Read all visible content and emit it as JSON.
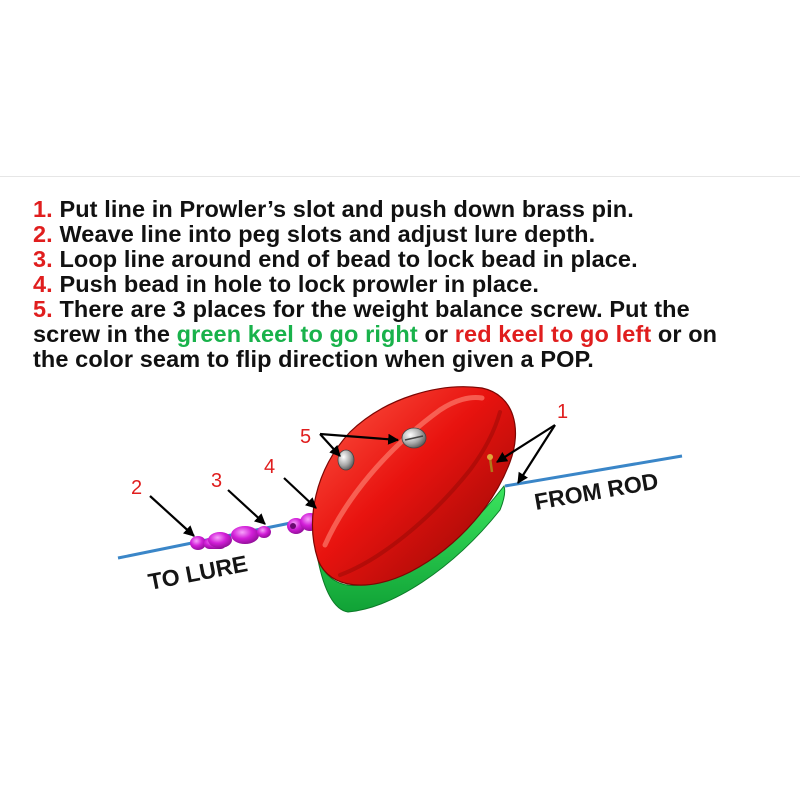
{
  "instructions": {
    "step1": {
      "num": "1.",
      "text": " Put line in Prowler’s slot and push down brass pin."
    },
    "step2": {
      "num": "2.",
      "text": " Weave line into peg slots and adjust lure depth."
    },
    "step3": {
      "num": "3.",
      "text": " Loop line around end of bead to lock bead in place."
    },
    "step4": {
      "num": "4.",
      "text": " Push bead in hole to lock prowler in place."
    },
    "step5": {
      "num": "5.",
      "line1": " There are 3 places for the weight balance screw. Put the",
      "line2_pre": "screw in the ",
      "green_text": "green keel to go right",
      "mid": " or ",
      "red_text": "red keel to go left",
      "line2_post": " or on",
      "line3": "the color seam to flip direction when given a POP."
    }
  },
  "diagram": {
    "callouts": [
      "1",
      "2",
      "3",
      "4",
      "5"
    ],
    "to_lure_label": "TO LURE",
    "from_rod_label": "FROM ROD"
  },
  "colors": {
    "number_red": "#e01e1e",
    "keel_green": "#19b24b",
    "body_red": "#e8130f",
    "bead_magenta": "#d21ed8",
    "line_blue": "#3a86c8"
  }
}
